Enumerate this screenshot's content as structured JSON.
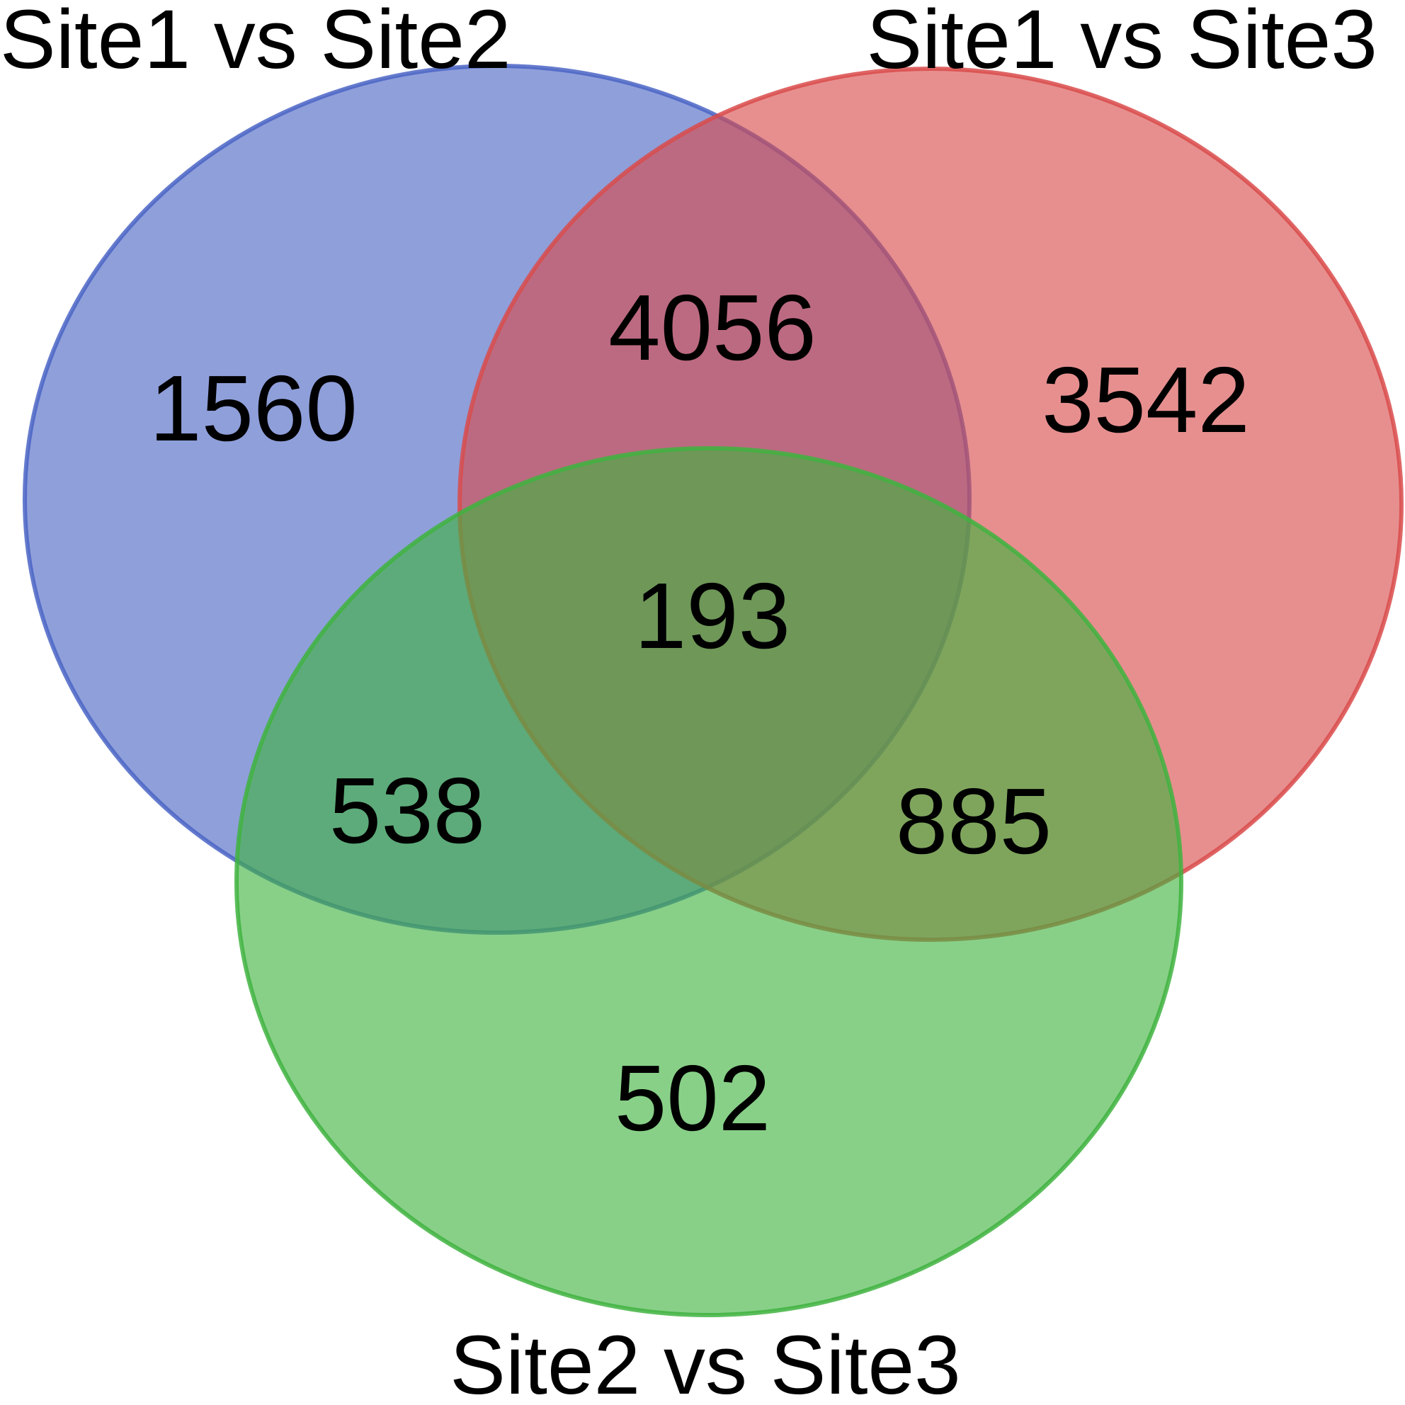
{
  "diagram": {
    "type": "venn-3",
    "sets": [
      {
        "id": "a",
        "label": "Site1 vs Site2",
        "color": "#4a64c4"
      },
      {
        "id": "b",
        "label": "Site1 vs Site3",
        "color": "#d94b4b"
      },
      {
        "id": "c",
        "label": "Site2 vs Site3",
        "color": "#3fb33f"
      }
    ],
    "regions": {
      "a_only": "1560",
      "b_only": "3542",
      "c_only": "502",
      "ab": "4056",
      "ac": "538",
      "bc": "885",
      "abc": "193"
    }
  }
}
